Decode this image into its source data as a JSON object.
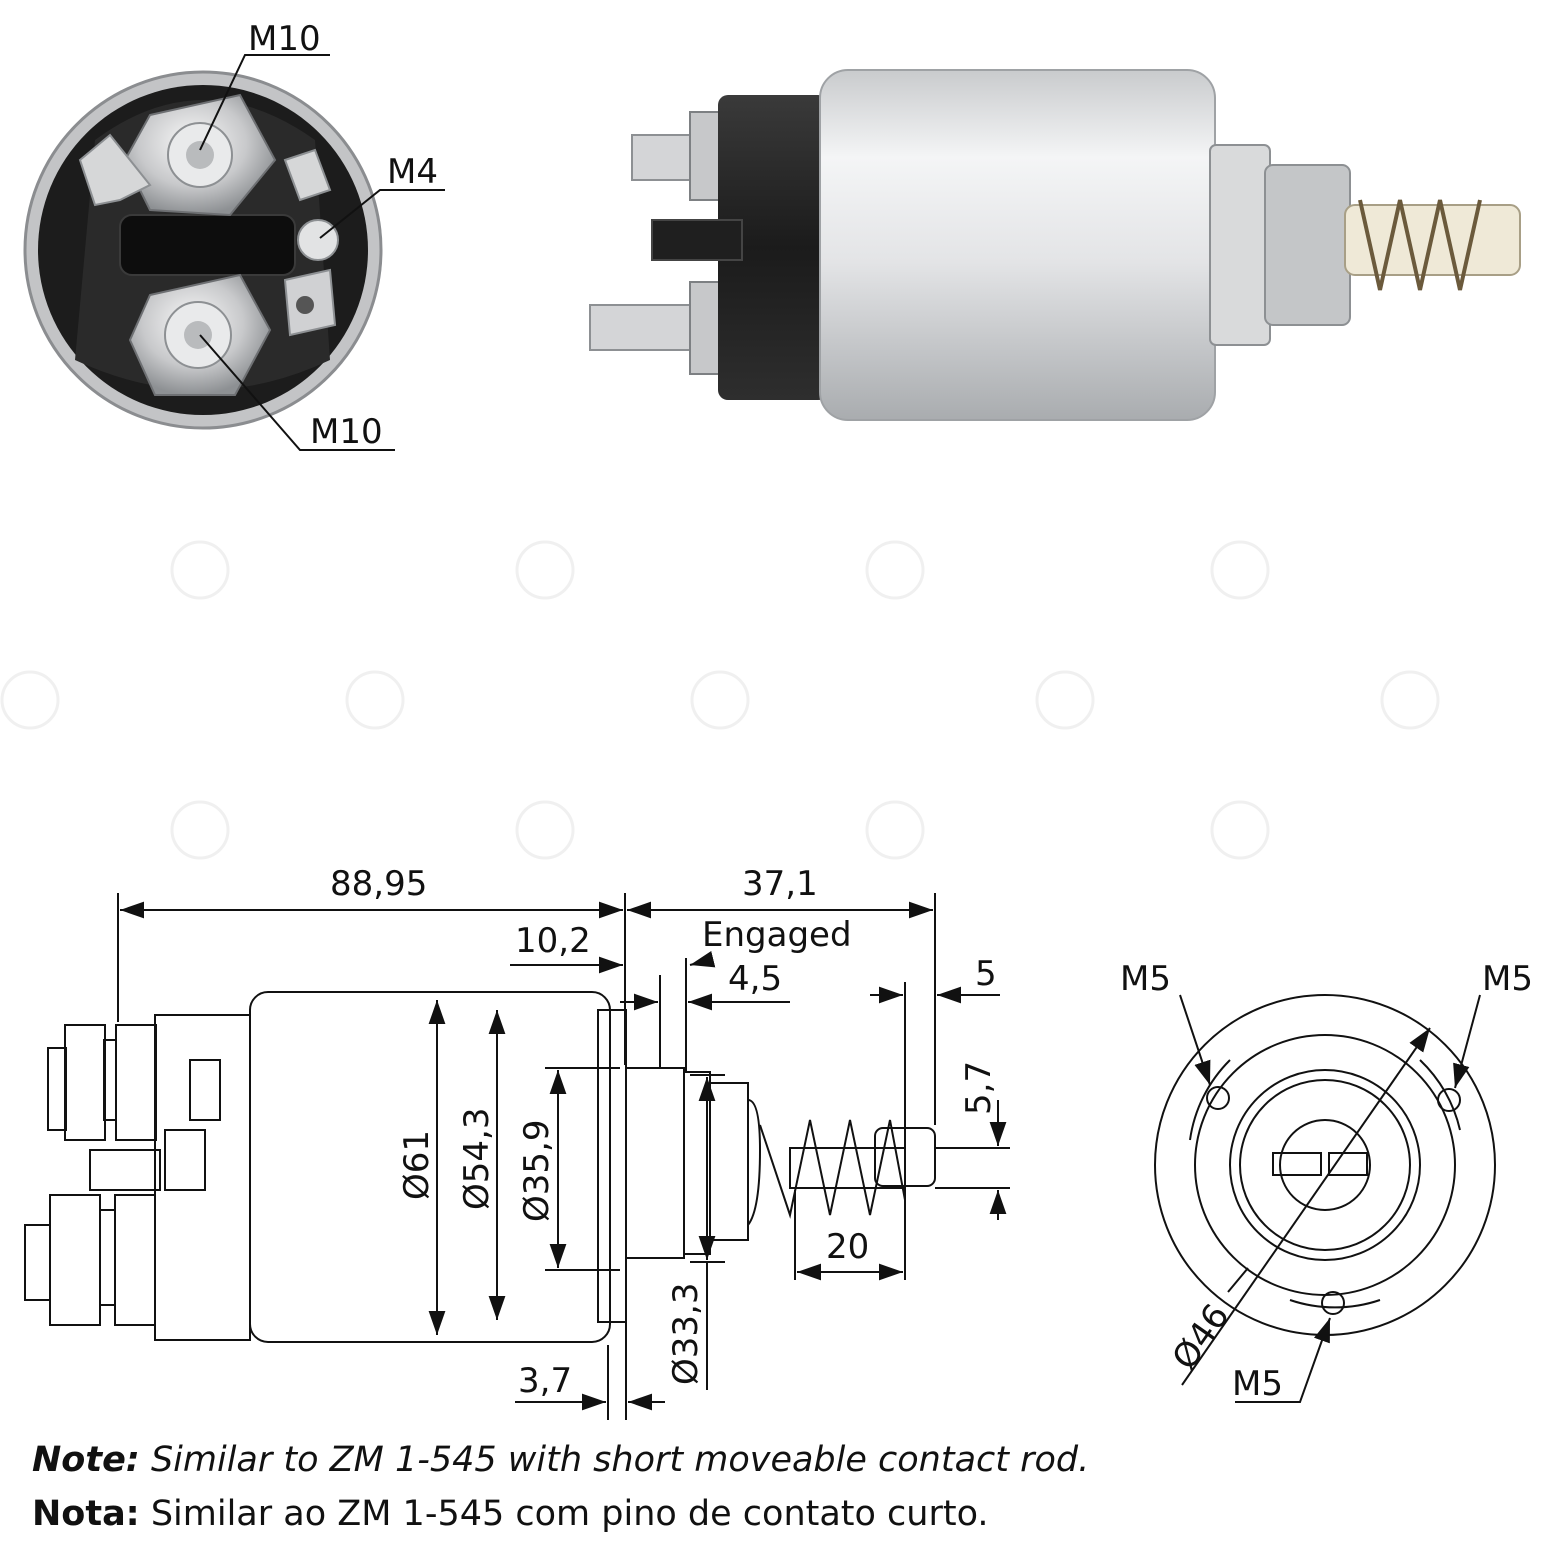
{
  "photo_labels": {
    "top_terminal": "M10",
    "small_terminal": "M4",
    "bottom_terminal": "M10"
  },
  "dimensions": {
    "overall_length": "88,95",
    "plunger_stroke": "37,1",
    "engaged": "Engaged",
    "flange_offset": "10,2",
    "flange_thickness": "4,5",
    "rod_tip": "5",
    "rod_height": "5,7",
    "spring_length": "20",
    "body_diameter": "Ø61",
    "inner_diameter": "Ø54,3",
    "flange_diameter": "Ø35,9",
    "nose_diameter": "Ø33,3",
    "shoulder": "3,7"
  },
  "end_view": {
    "hole_top_left": "M5",
    "hole_top_right": "M5",
    "hole_bottom": "M5",
    "bolt_circle": "Ø46"
  },
  "notes": {
    "en_label": "Note:",
    "en_text": " Similar to ZM 1-545 with short moveable contact rod.",
    "pt_label": "Nota:",
    "pt_text": " Similar ao ZM 1-545 com pino de contato curto."
  },
  "icons": [
    "zm-watermark-icon"
  ]
}
